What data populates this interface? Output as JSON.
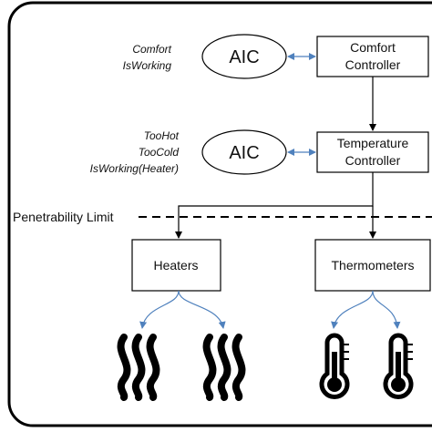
{
  "aic_top": {
    "label": "AIC",
    "properties": [
      "Comfort",
      "IsWorking"
    ]
  },
  "comfort_controller": {
    "line1": "Comfort",
    "line2": "Controller"
  },
  "aic_bottom": {
    "label": "AIC",
    "properties": [
      "TooHot",
      "TooCold",
      "IsWorking(Heater)"
    ]
  },
  "temperature_controller": {
    "line1": "Temperature",
    "line2": "Controller"
  },
  "penetrability_limit": {
    "label": "Penetrability Limit"
  },
  "heaters": {
    "label": "Heaters",
    "icon": "steam-icon"
  },
  "thermometers": {
    "label": "Thermometers",
    "icon": "thermometer-icon"
  },
  "colors": {
    "arrow_blue": "#4f81bd",
    "stroke": "#000000"
  }
}
